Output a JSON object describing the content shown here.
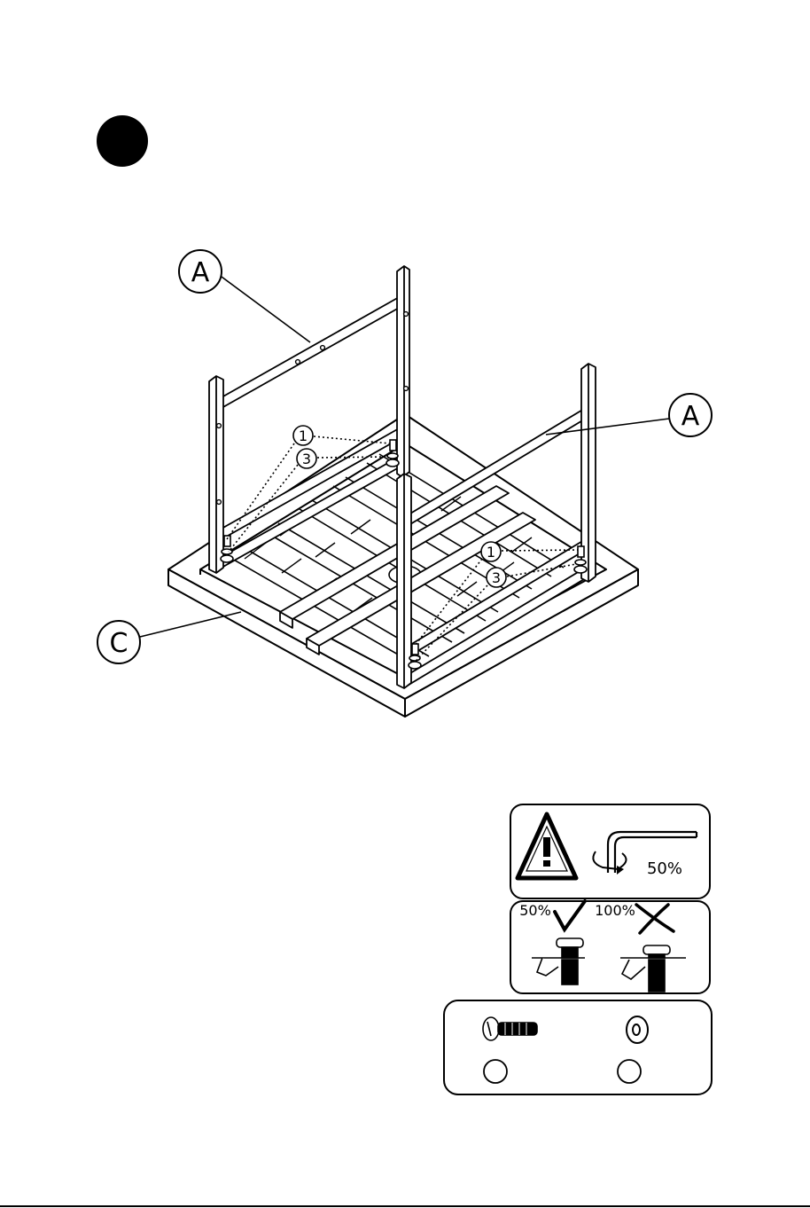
{
  "step": {
    "marker": "black-circle"
  },
  "parts": {
    "a1": "A",
    "a2": "A",
    "c": "C"
  },
  "hardware_callouts": {
    "left_bolt": "1",
    "left_washer": "3",
    "right_bolt": "1",
    "right_washer": "3"
  },
  "torque_box": {
    "tighten_value": "50%"
  },
  "check_box": {
    "ok_label": "50%",
    "bad_label": "100%"
  },
  "hardware_box": {
    "bolt_count": "",
    "washer_count": ""
  },
  "colors": {
    "ink": "#000000",
    "background": "#ffffff"
  }
}
